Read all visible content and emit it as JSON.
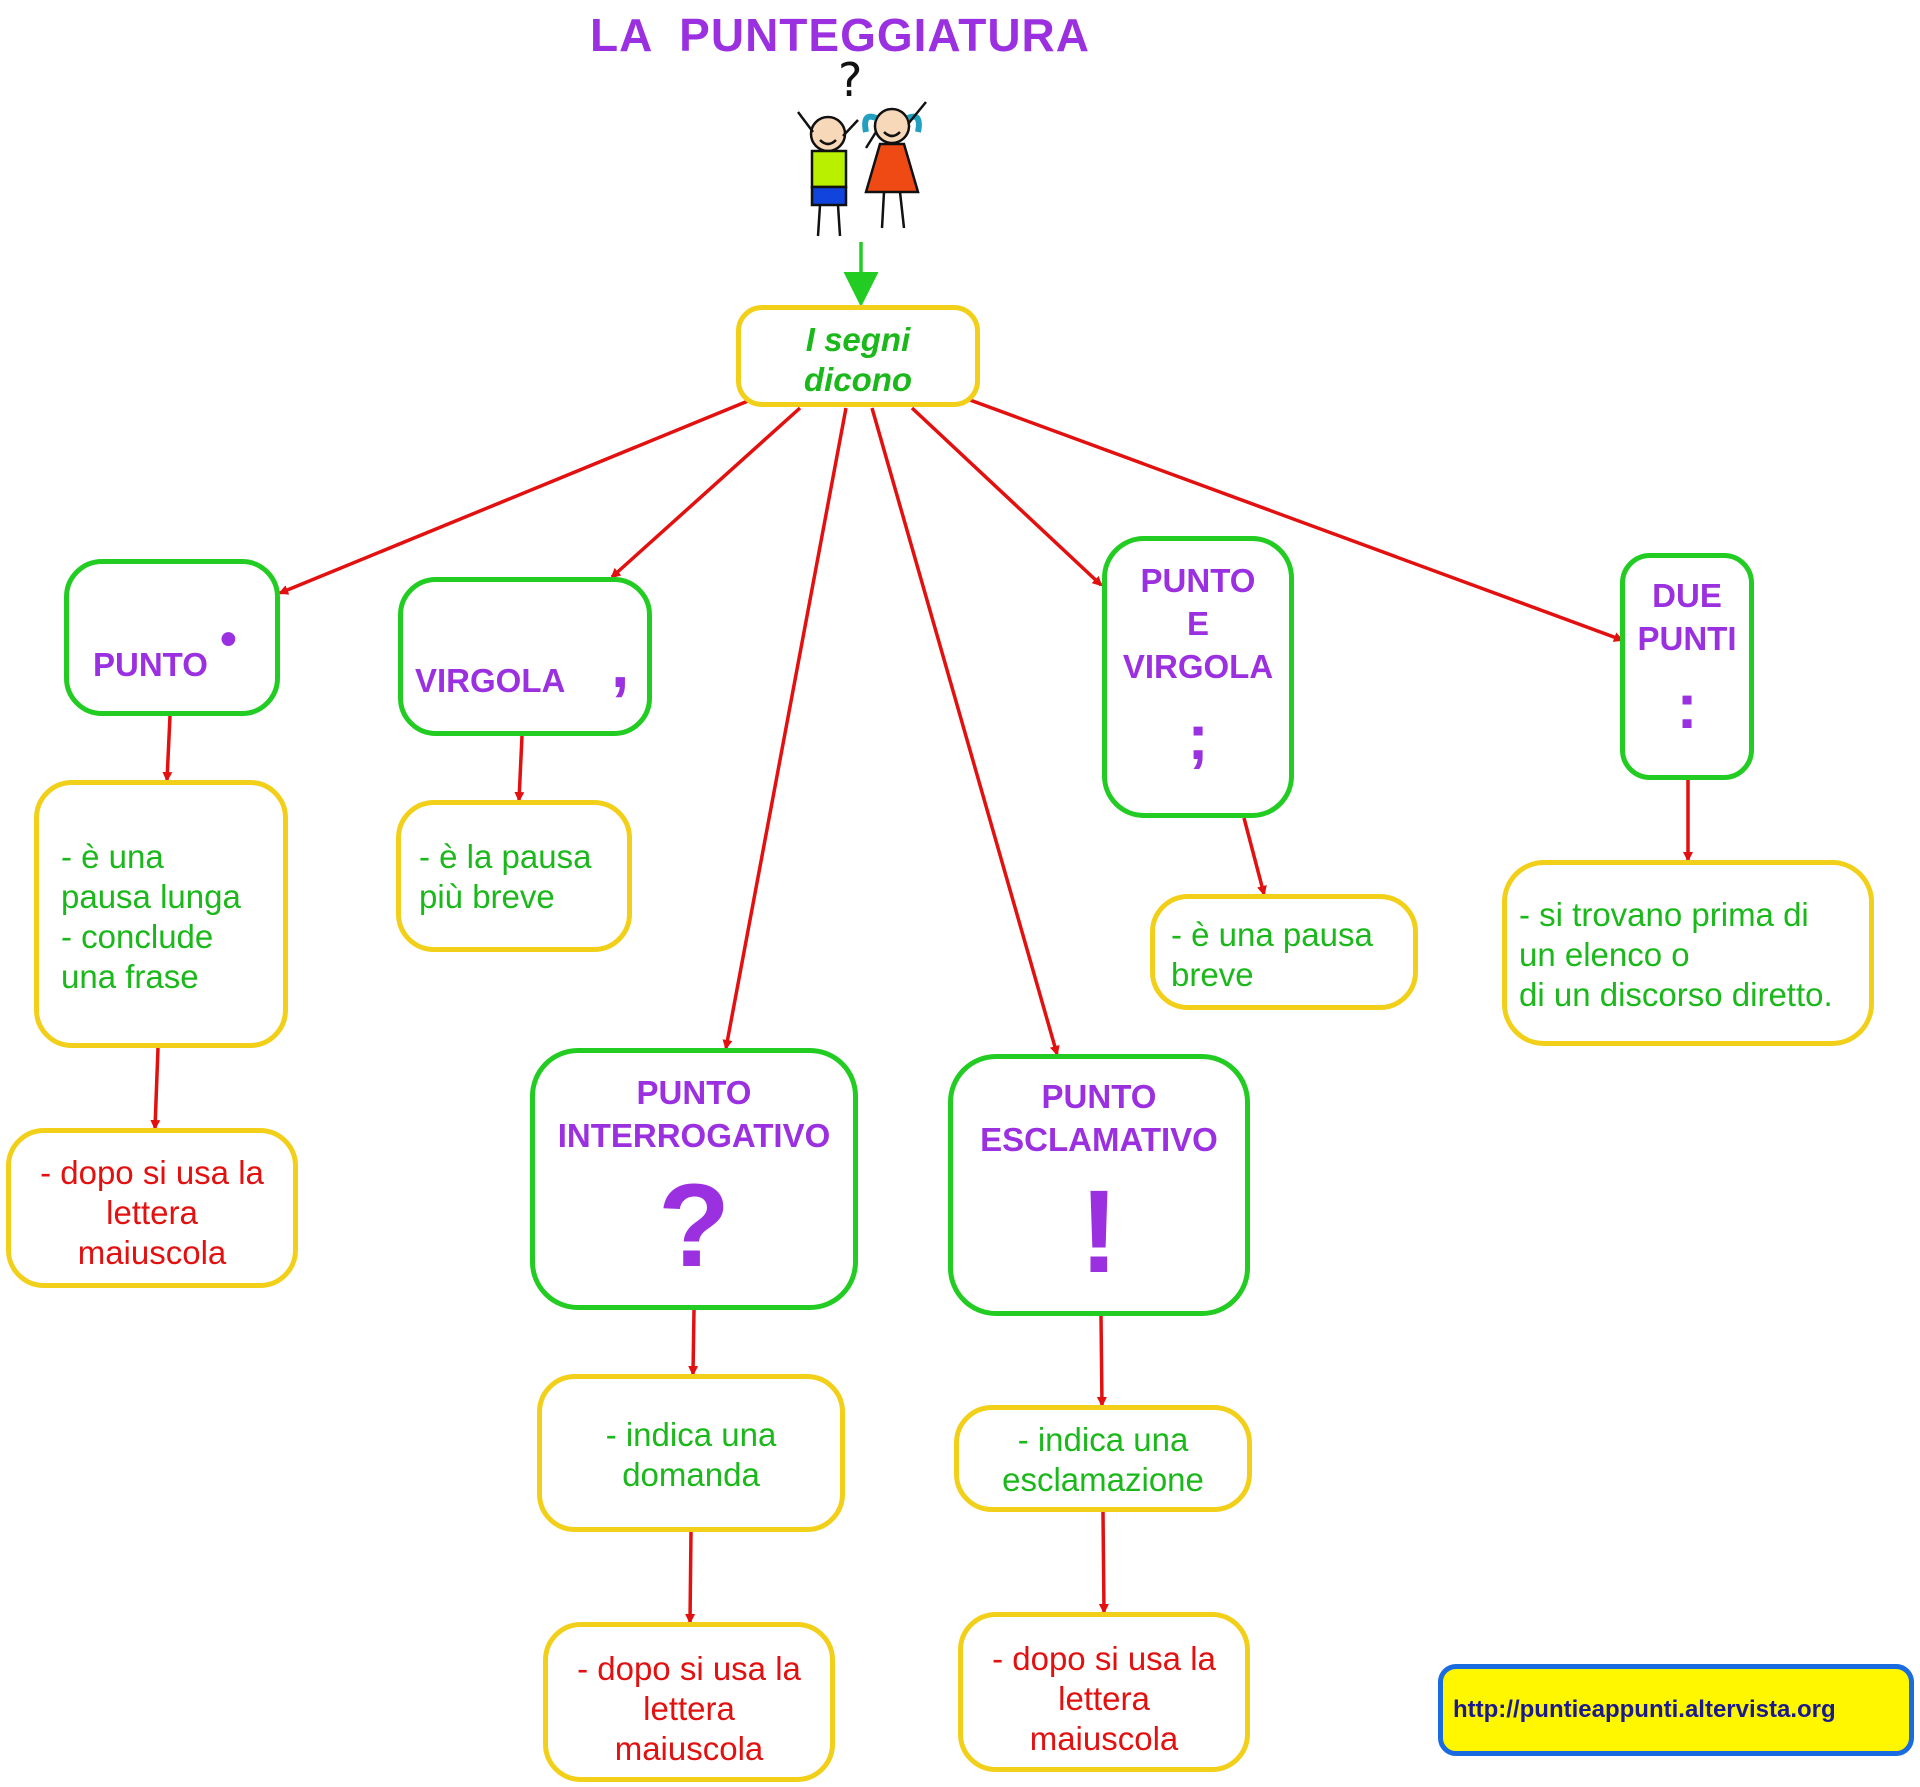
{
  "title": "LA  PUNTEGGIATURA",
  "root": "I segni\ndicono",
  "categories": [
    {
      "id": "punto",
      "name": "PUNTO",
      "symbol": "•",
      "description": "- è una\npausa lunga\n- conclude\nuna frase",
      "note": "- dopo si usa la\nlettera\nmaiuscola"
    },
    {
      "id": "virgola",
      "name": "VIRGOLA",
      "symbol": ",",
      "description": "- è la pausa\npiù breve"
    },
    {
      "id": "punto-interrogativo",
      "name": "PUNTO\nINTERROGATIVO",
      "symbol": "?",
      "description": "- indica una\ndomanda",
      "note": "- dopo si usa la\nlettera\nmaiuscola"
    },
    {
      "id": "punto-esclamativo",
      "name": "PUNTO\nESCLAMATIVO",
      "symbol": "!",
      "description": "- indica una\nesclamazione",
      "note": "- dopo si usa la\nlettera\nmaiuscola"
    },
    {
      "id": "punto-e-virgola",
      "name": "PUNTO\nE\nVIRGOLA",
      "symbol": ";",
      "description": "- è una pausa\nbreve"
    },
    {
      "id": "due-punti",
      "name": "DUE\nPUNTI",
      "symbol": ":",
      "description": "- si trovano prima di\nun elenco o\ndi un discorso diretto."
    }
  ],
  "footer_url": "http://puntieappunti.altervista.org",
  "colors": {
    "title": "#9b30e0",
    "green_border": "#22cc22",
    "yellow_border": "#f2d01a",
    "arrow_red": "#e31010",
    "arrow_green": "#22cc22",
    "url_bg": "#fff700",
    "url_border": "#1a6ae0"
  }
}
